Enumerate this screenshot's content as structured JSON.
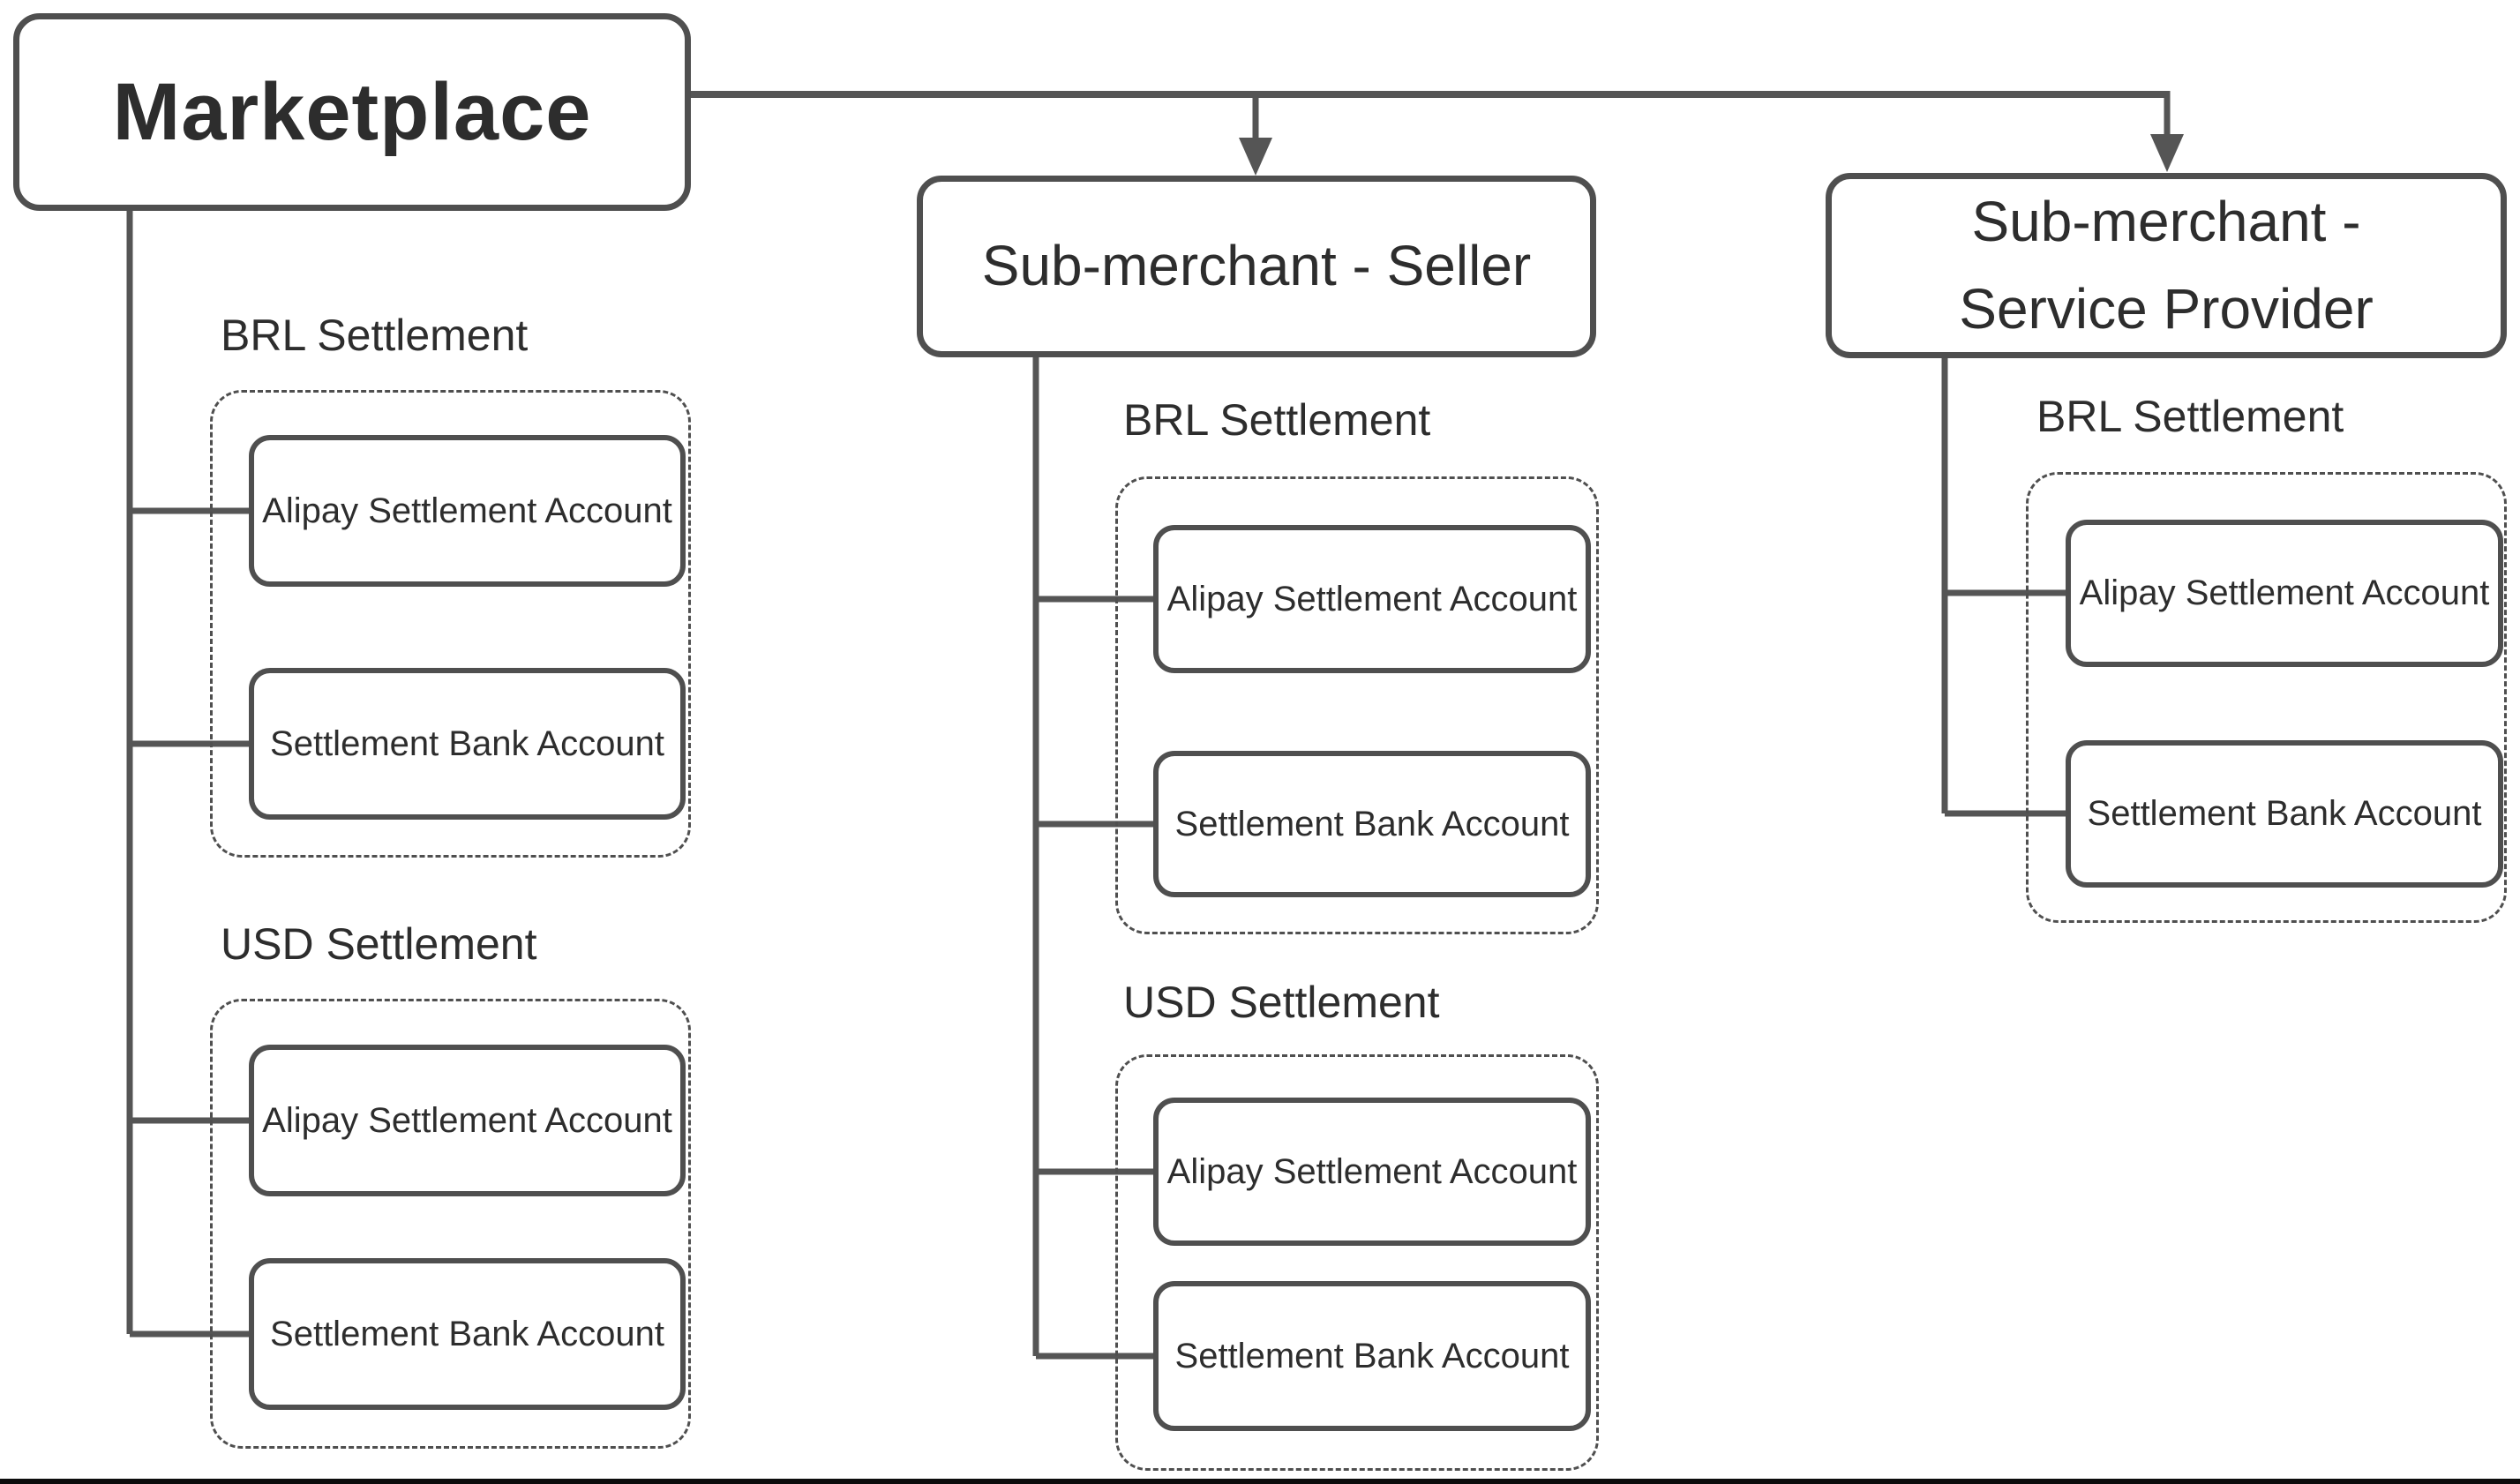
{
  "diagram": {
    "root_node": {
      "label": "Marketplace"
    },
    "sub_merchant_seller": {
      "label": "Sub-merchant - Seller"
    },
    "sub_merchant_service_provider": {
      "label": "Sub-merchant - Service Provider",
      "label_lines": [
        "Sub-merchant -",
        "Service Provider"
      ]
    },
    "account_columns": [
      {
        "owner": "Marketplace",
        "groups": [
          {
            "title": "BRL Settlement",
            "accounts": [
              "Alipay Settlement Account",
              "Settlement Bank Account"
            ]
          },
          {
            "title": "USD Settlement",
            "accounts": [
              "Alipay Settlement Account",
              "Settlement Bank Account"
            ]
          }
        ]
      },
      {
        "owner": "Sub-merchant - Seller",
        "groups": [
          {
            "title": "BRL Settlement",
            "accounts": [
              "Alipay Settlement Account",
              "Settlement Bank Account"
            ]
          },
          {
            "title": "USD Settlement",
            "accounts": [
              "Alipay Settlement Account",
              "Settlement Bank Account"
            ]
          }
        ]
      },
      {
        "owner": "Sub-merchant - Service Provider",
        "groups": [
          {
            "title": "BRL Settlement",
            "accounts": [
              "Alipay Settlement Account",
              "Settlement Bank Account"
            ]
          }
        ]
      }
    ],
    "colors": {
      "line": "#555555",
      "box_border": "#4f4f4f",
      "text": "#2d2d2d",
      "background": "#ffffff",
      "bottom_bar": "#0c0c0c"
    }
  }
}
